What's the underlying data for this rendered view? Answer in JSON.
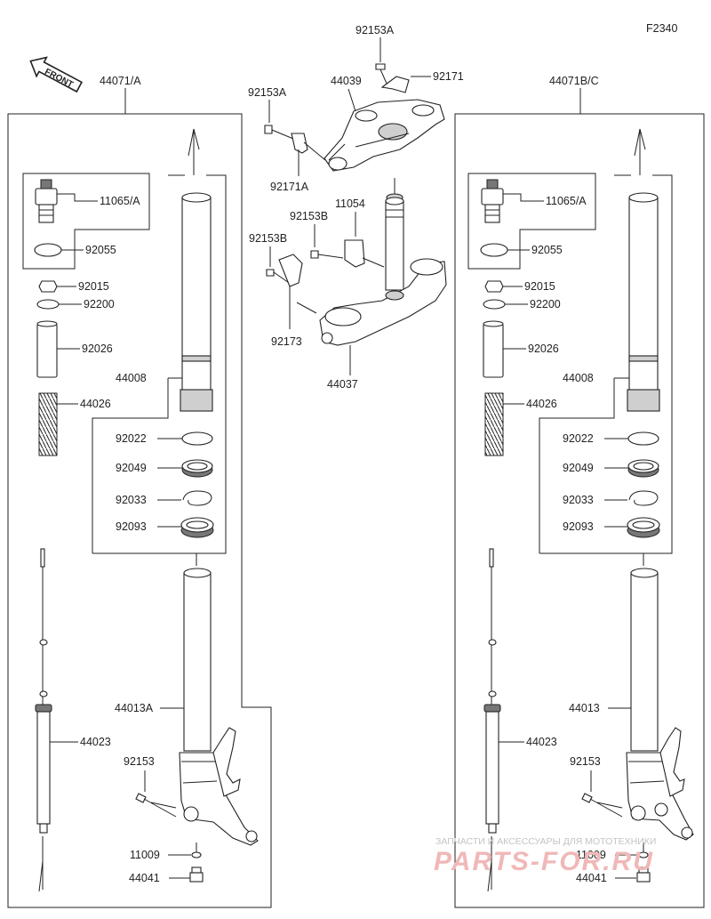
{
  "figure_code": "F2340",
  "front_label": "FRONT",
  "watermark": {
    "line1": "ЗАПЧАСТИ И АКСЕССУАРЫ ДЛЯ МОТОТЕХНИКИ",
    "line2": "PARTS-FOR.RU"
  },
  "labels": {
    "left_assembly": "44071/A",
    "right_assembly": "44071B/C",
    "top_bolt_a": "92153A",
    "top_clamp_a": "92171",
    "upper_bracket": "44039",
    "side_bolt_a": "92153A",
    "side_clamp_a": "92171A",
    "steering_stem_bolt_b": "92153B",
    "stem_bracket": "11054",
    "lower_bolt_b": "92153B",
    "lower_clamp": "92173",
    "lower_bracket": "44037",
    "left_cap": "11065/A",
    "left_oring": "92055",
    "left_nut": "92015",
    "left_washer": "92200",
    "left_collar": "92026",
    "left_spring": "44026",
    "left_tube": "44008",
    "left_ring": "92022",
    "left_seal": "92049",
    "left_clip": "92033",
    "left_dust_seal": "92093",
    "left_outer_tube": "44013A",
    "left_damper": "44023",
    "left_bolt": "92153",
    "left_gasket": "11009",
    "left_drain_bolt": "44041",
    "right_cap": "11065/A",
    "right_oring": "92055",
    "right_nut": "92015",
    "right_washer": "92200",
    "right_collar": "92026",
    "right_spring": "44026",
    "right_tube": "44008",
    "right_ring": "92022",
    "right_seal": "92049",
    "right_clip": "92033",
    "right_dust_seal": "92093",
    "right_outer_tube": "44013",
    "right_damper": "44023",
    "right_bolt": "92153",
    "right_gasket": "11009",
    "right_drain_bolt": "44041"
  }
}
